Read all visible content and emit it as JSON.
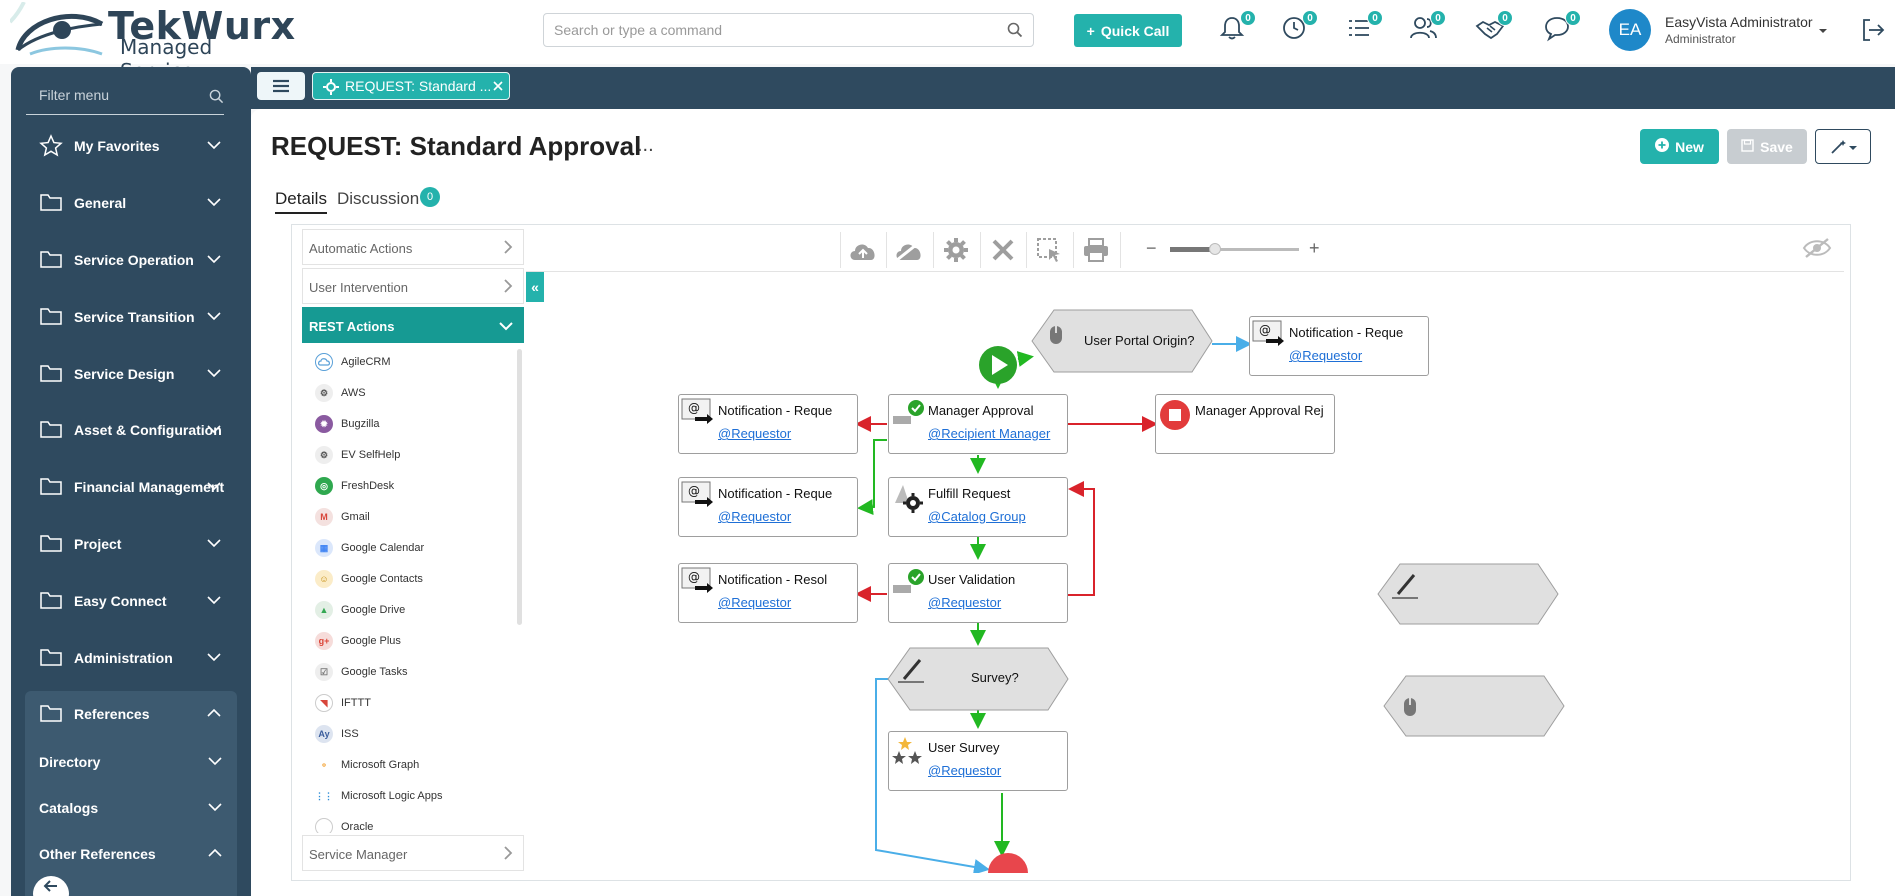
{
  "brand": {
    "name_line1": "TekWurx",
    "name_line2": "Managed Service"
  },
  "search": {
    "placeholder": "Search or type a command"
  },
  "quick_call": {
    "label": "Quick Call"
  },
  "notifications": [
    {
      "icon": "bell-icon",
      "count": "0"
    },
    {
      "icon": "clock-icon",
      "count": "0"
    },
    {
      "icon": "task-list-icon",
      "count": "0"
    },
    {
      "icon": "users-icon",
      "count": "0"
    },
    {
      "icon": "handshake-icon",
      "count": "0"
    },
    {
      "icon": "chat-icon",
      "count": "0"
    }
  ],
  "user": {
    "initials": "EA",
    "name": "EasyVista Administrator",
    "role": "Administrator"
  },
  "sidebar": {
    "filter_placeholder": "Filter menu",
    "items": [
      {
        "label": "My Favorites",
        "icon": "star-icon"
      },
      {
        "label": "General",
        "icon": "folder-icon"
      },
      {
        "label": "Service Operation",
        "icon": "folder-icon"
      },
      {
        "label": "Service Transition",
        "icon": "folder-icon"
      },
      {
        "label": "Service Design",
        "icon": "folder-icon"
      },
      {
        "label": "Asset & Configuration",
        "icon": "folder-icon"
      },
      {
        "label": "Financial Management",
        "icon": "folder-icon"
      },
      {
        "label": "Project",
        "icon": "folder-icon"
      },
      {
        "label": "Easy Connect",
        "icon": "folder-icon"
      },
      {
        "label": "Administration",
        "icon": "folder-icon"
      },
      {
        "label": "References",
        "icon": "folder-icon"
      }
    ],
    "sub_items": [
      {
        "label": "Directory"
      },
      {
        "label": "Catalogs"
      },
      {
        "label": "Other References"
      }
    ]
  },
  "doc_tab": {
    "label": "REQUEST: Standard ..."
  },
  "page": {
    "title": "REQUEST: Standard Approval",
    "more": "...",
    "new_label": "New",
    "save_label": "Save",
    "tabs": [
      {
        "label": "Details"
      },
      {
        "label": "Discussion",
        "count": "0"
      }
    ]
  },
  "palette": {
    "sections": [
      {
        "label": "Automatic Actions"
      },
      {
        "label": "User Intervention"
      },
      {
        "label": "REST Actions"
      },
      {
        "label": "Service Manager"
      }
    ],
    "rest_actions": [
      {
        "label": "AgileCRM",
        "color": "#5aa0d8"
      },
      {
        "label": "AWS",
        "color": "#8a8a8a"
      },
      {
        "label": "Bugzilla",
        "color": "#8a5aa0"
      },
      {
        "label": "EV SelfHelp",
        "color": "#8a8a8a"
      },
      {
        "label": "FreshDesk",
        "color": "#2fa84f"
      },
      {
        "label": "Gmail",
        "color": "#d8463b"
      },
      {
        "label": "Google Calendar",
        "color": "#4285f4"
      },
      {
        "label": "Google Contacts",
        "color": "#f3b73a"
      },
      {
        "label": "Google Drive",
        "color": "#34a853"
      },
      {
        "label": "Google Plus",
        "color": "#db4437"
      },
      {
        "label": "Google Tasks",
        "color": "#9a9a9a"
      },
      {
        "label": "IFTTT",
        "color": "#222222"
      },
      {
        "label": "ISS",
        "color": "#3a5d9c"
      },
      {
        "label": "Microsoft Graph",
        "color": "#f3a53a"
      },
      {
        "label": "Microsoft Logic Apps",
        "color": "#2c8cd6"
      },
      {
        "label": "Oracle",
        "color": "#c9c9c9"
      }
    ]
  },
  "zoom": {
    "minus": "−",
    "plus": "+",
    "level": 0.35
  },
  "workflow": {
    "nodes": [
      {
        "id": "notif-1",
        "title": "Notification - Reque",
        "link": "@Requestor"
      },
      {
        "id": "manager-approval",
        "title": "Manager Approval",
        "link": "@Recipient Manager"
      },
      {
        "id": "manager-approval-rej",
        "title": "Manager Approval Rej",
        "link": ""
      },
      {
        "id": "notif-2",
        "title": "Notification - Reque",
        "link": "@Requestor"
      },
      {
        "id": "fulfill-request",
        "title": "Fulfill Request",
        "link": "@Catalog Group"
      },
      {
        "id": "notif-3",
        "title": "Notification - Resol",
        "link": "@Requestor"
      },
      {
        "id": "user-validation",
        "title": "User Validation",
        "link": "@Requestor"
      },
      {
        "id": "user-survey",
        "title": "User Survey",
        "link": "@Requestor"
      },
      {
        "id": "notif-top",
        "title": "Notification - Reque",
        "link": "@Requestor"
      }
    ],
    "decisions": [
      {
        "id": "user-portal-origin",
        "label": "User Portal Origin?"
      },
      {
        "id": "survey",
        "label": "Survey?"
      }
    ]
  },
  "colors": {
    "accent": "#24b2ac",
    "sidebar": "#2f4a5f",
    "arrow_green": "#22b822",
    "arrow_red": "#d9232b",
    "arrow_blue": "#4aaee8"
  }
}
